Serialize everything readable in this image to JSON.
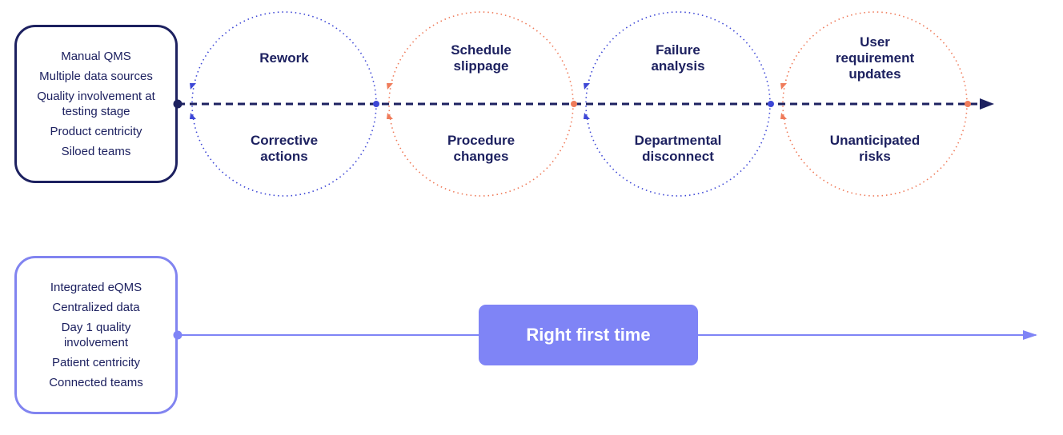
{
  "current_state": {
    "items": [
      "Manual QMS",
      "Multiple data sources",
      "Quality involvement at testing stage",
      "Product centricity",
      "Siloed teams"
    ]
  },
  "future_state": {
    "items": [
      "Integrated eQMS",
      "Centralized data",
      "Day 1 quality involvement",
      "Patient centricity",
      "Connected teams"
    ]
  },
  "loops": [
    {
      "top": "Rework",
      "bottom": "Corrective actions",
      "color": "#3d47d6"
    },
    {
      "top": "Schedule slippage",
      "bottom": "Procedure changes",
      "color": "#ef7b5a"
    },
    {
      "top": "Failure analysis",
      "bottom": "Departmental disconnect",
      "color": "#3d47d6"
    },
    {
      "top": "User requirement updates",
      "bottom": "Unanticipated risks",
      "color": "#ef7b5a"
    }
  ],
  "outcome": "Right first time",
  "colors": {
    "navy": "#1d2160",
    "blue": "#3d47d6",
    "orange": "#ef7b5a",
    "lavender": "#7f84f6"
  }
}
